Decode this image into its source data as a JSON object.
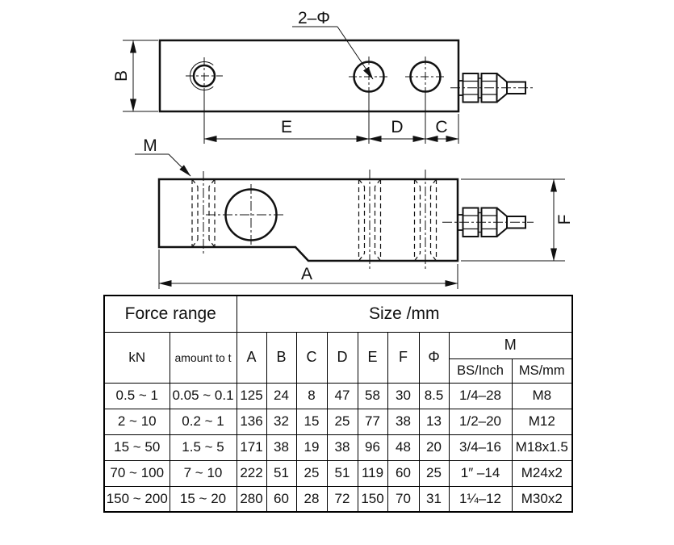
{
  "drawing": {
    "labels": {
      "two_phi": "2–Φ",
      "b": "B",
      "e": "E",
      "d": "D",
      "c": "C",
      "m": "M",
      "a": "A",
      "f": "F"
    },
    "line_color": "#111111"
  },
  "table": {
    "header": {
      "force_range": "Force range",
      "size_mm": "Size /mm",
      "kn": "kN",
      "amount_to_t": "amount to t",
      "cols": [
        "A",
        "B",
        "C",
        "D",
        "E",
        "F",
        "Φ"
      ],
      "m": "M",
      "bs_inch": "BS/Inch",
      "ms_mm": "MS/mm"
    },
    "rows": [
      {
        "kn": "0.5 ~ 1",
        "t": "0.05 ~ 0.1",
        "a": "125",
        "b": "24",
        "c": "8",
        "d": "47",
        "e": "58",
        "f": "30",
        "phi": "8.5",
        "bs": "1/4–28",
        "ms": "M8"
      },
      {
        "kn": "2 ~ 10",
        "t": "0.2 ~ 1",
        "a": "136",
        "b": "32",
        "c": "15",
        "d": "25",
        "e": "77",
        "f": "38",
        "phi": "13",
        "bs": "1/2–20",
        "ms": "M12"
      },
      {
        "kn": "15 ~ 50",
        "t": "1.5 ~ 5",
        "a": "171",
        "b": "38",
        "c": "19",
        "d": "38",
        "e": "96",
        "f": "48",
        "phi": "20",
        "bs": "3/4–16",
        "ms": "M18x1.5"
      },
      {
        "kn": "70 ~ 100",
        "t": "7 ~ 10",
        "a": "222",
        "b": "51",
        "c": "25",
        "d": "51",
        "e": "119",
        "f": "60",
        "phi": "25",
        "bs": "1″ –14",
        "ms": "M24x2"
      },
      {
        "kn": "150 ~ 200",
        "t": "15 ~ 20",
        "a": "280",
        "b": "60",
        "c": "28",
        "d": "72",
        "e": "150",
        "f": "70",
        "phi": "31",
        "bs": "1¼–12",
        "ms": "M30x2"
      }
    ]
  }
}
